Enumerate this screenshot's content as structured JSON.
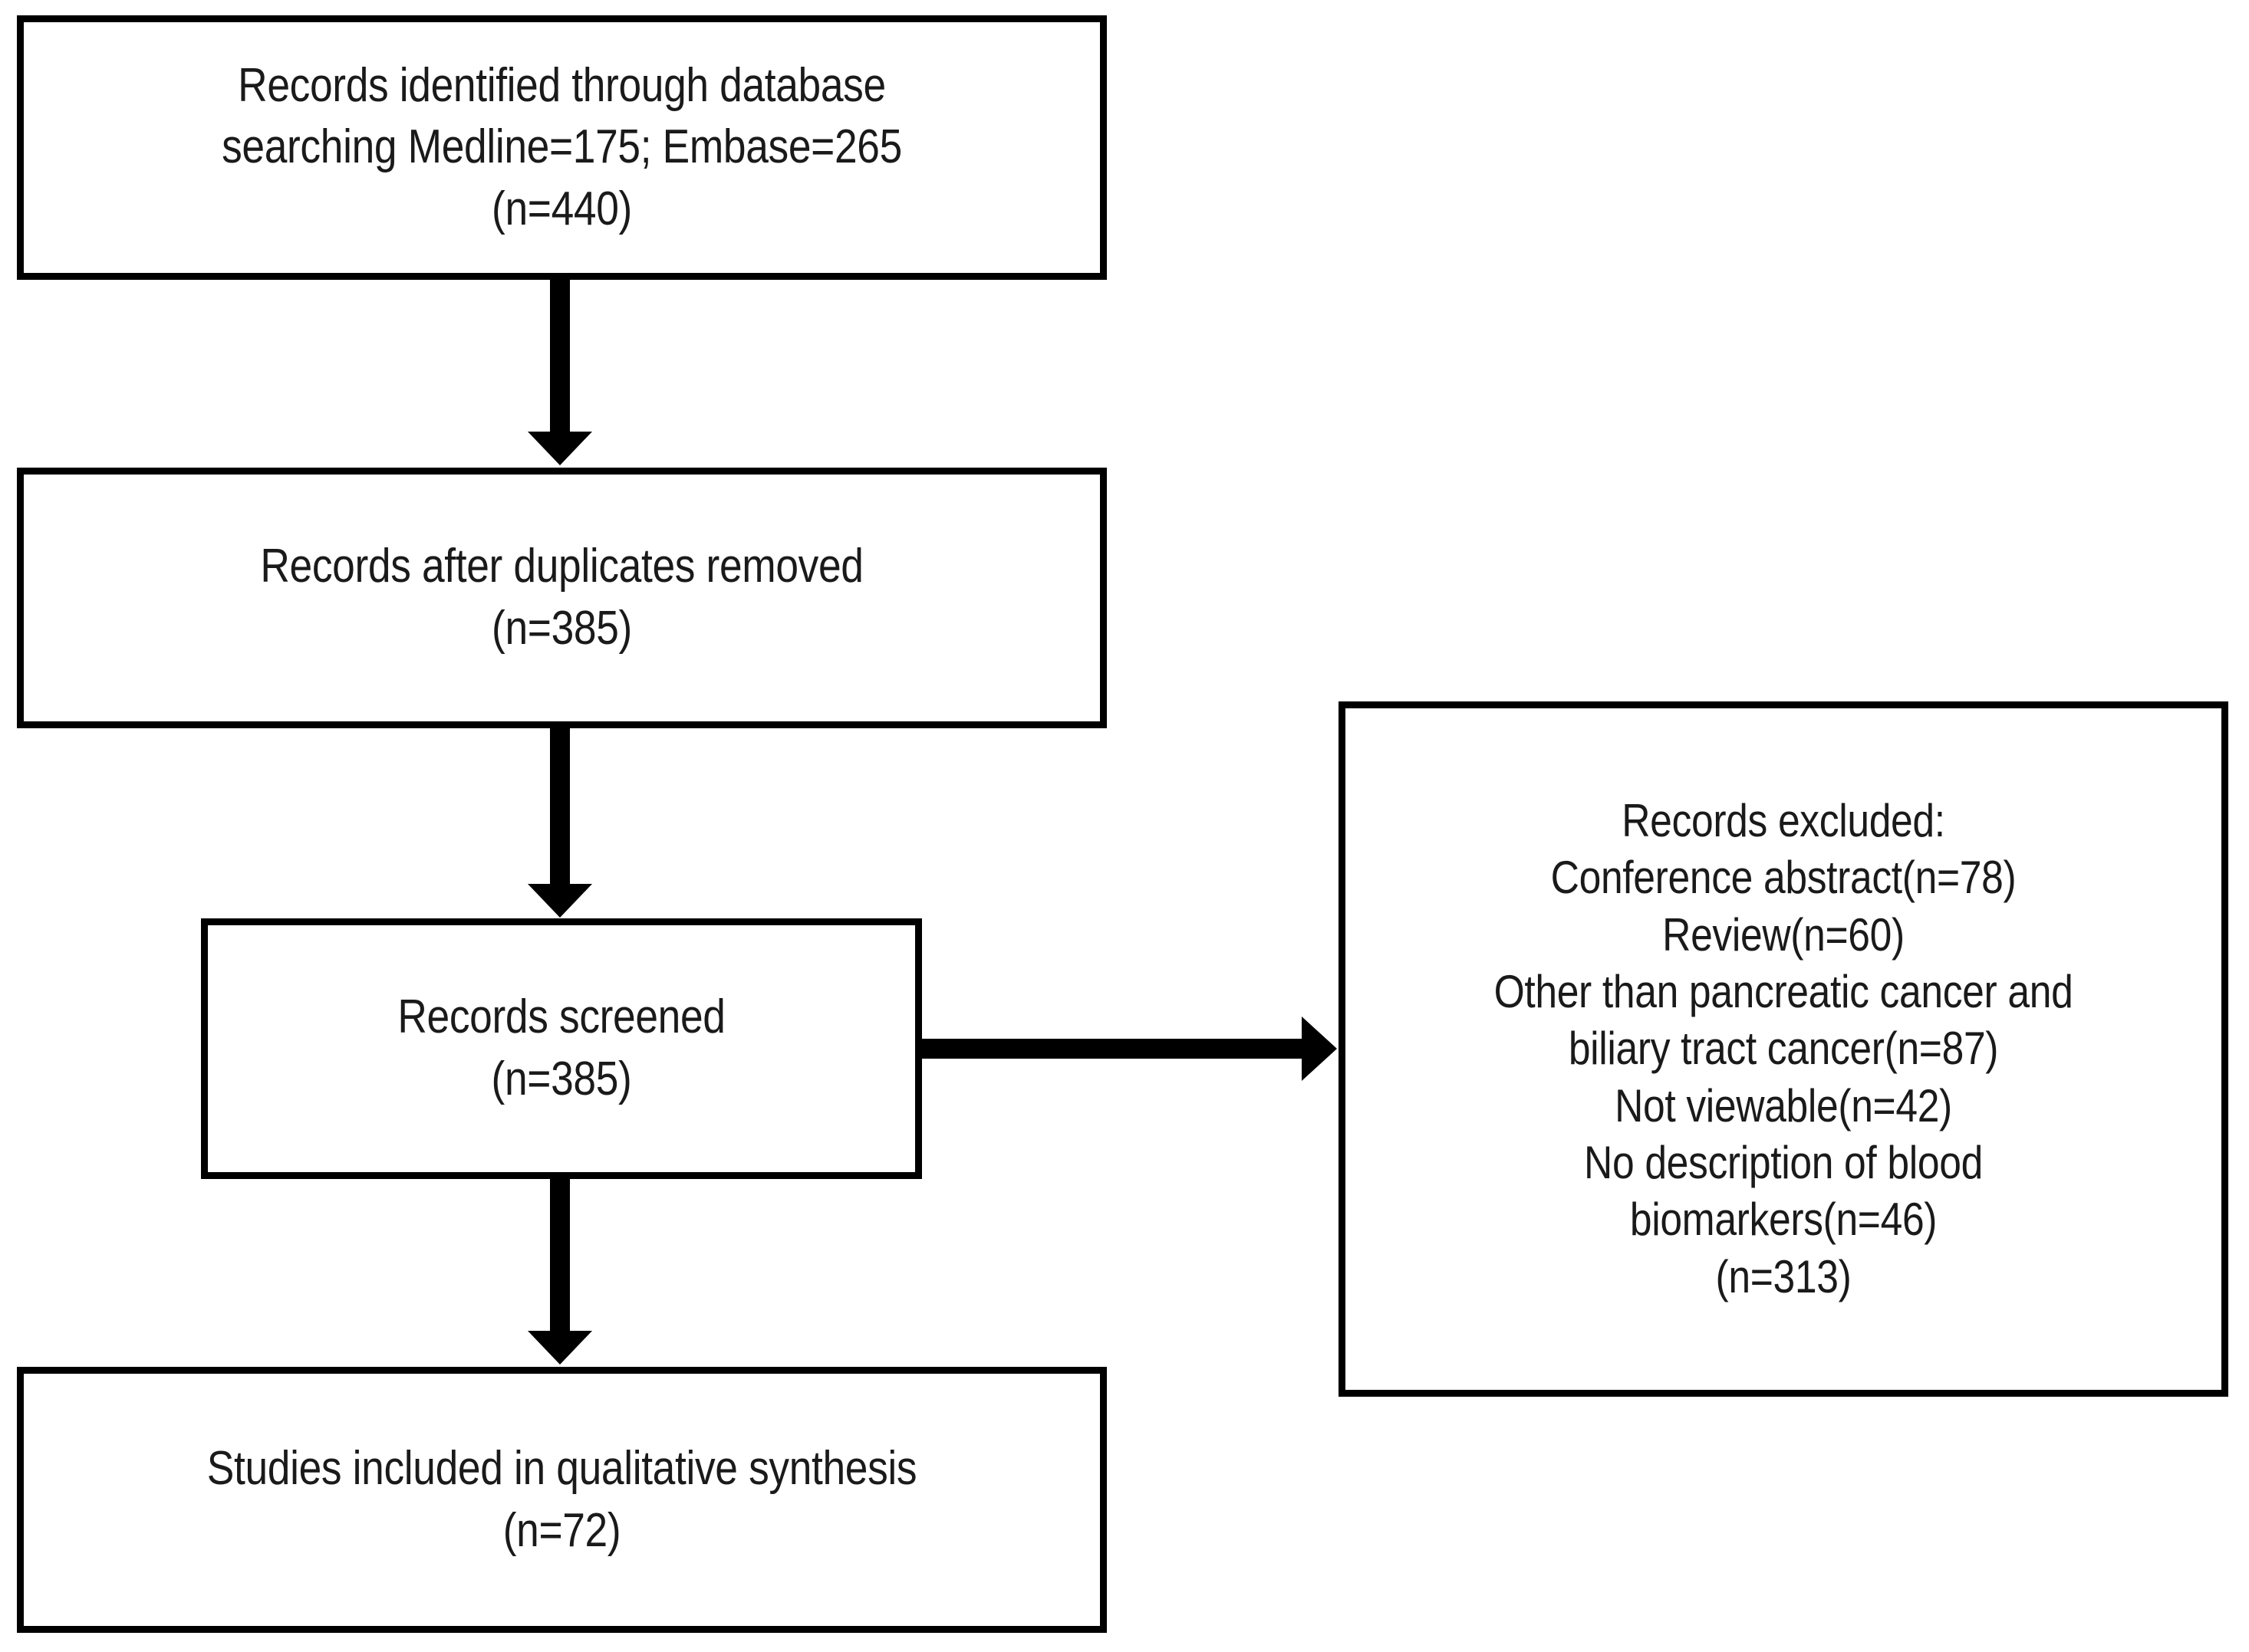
{
  "diagram": {
    "type": "prisma-flow-diagram",
    "title": "PRISMA study selection flow diagram",
    "colors": {
      "box_border": "#000000",
      "box_fill": "#ffffff",
      "text": "#1a1a1a",
      "arrow": "#000000"
    },
    "nodes": [
      {
        "id": "identified",
        "label": "Records identified through database searching Medline=175; Embase=265 (n=440)",
        "lines": [
          "Records identified through database",
          "searching Medline=175; Embase=265",
          "(n=440)"
        ],
        "text": "Records identified through database\nsearching Medline=175; Embase=265\n(n=440)",
        "counts": {
          "medline": 175,
          "embase": 265,
          "n": 440
        }
      },
      {
        "id": "duplicates",
        "label": "Records after duplicates removed (n=385)",
        "lines": [
          "Records after duplicates removed",
          "(n=385)"
        ],
        "text": "Records after duplicates removed\n(n=385)",
        "counts": {
          "n": 385
        }
      },
      {
        "id": "screened",
        "label": "Records screened (n=385)",
        "lines": [
          "Records screened",
          "(n=385)"
        ],
        "text": "Records screened\n(n=385)",
        "counts": {
          "n": 385
        }
      },
      {
        "id": "excluded",
        "label": "Records excluded",
        "lines": [
          "Records excluded:",
          "Conference abstract(n=78)",
          "Review(n=60)",
          "Other than pancreatic cancer and",
          "biliary tract cancer(n=87)",
          "Not viewable(n=42)",
          "No description of blood",
          "biomarkers(n=46)",
          "(n=313)"
        ],
        "text": "Records excluded:\nConference abstract(n=78)\nReview(n=60)\nOther than pancreatic cancer and\nbiliary tract cancer(n=87)\nNot viewable(n=42)\nNo description of blood\nbiomarkers(n=46)\n(n=313)",
        "reasons": [
          {
            "reason": "Conference abstract",
            "n": 78
          },
          {
            "reason": "Review",
            "n": 60
          },
          {
            "reason": "Other than pancreatic cancer and biliary tract cancer",
            "n": 87
          },
          {
            "reason": "Not viewable",
            "n": 42
          },
          {
            "reason": "No description of blood biomarkers",
            "n": 46
          }
        ],
        "counts": {
          "n": 313
        }
      },
      {
        "id": "included",
        "label": "Studies included in qualitative synthesis (n=72)",
        "lines": [
          "Studies included in qualitative synthesis",
          "(n=72)"
        ],
        "text": "Studies included in qualitative synthesis\n(n=72)",
        "counts": {
          "n": 72
        }
      }
    ],
    "edges": [
      {
        "id": "edge-1",
        "from": "identified",
        "to": "duplicates",
        "direction": "down"
      },
      {
        "id": "edge-2",
        "from": "duplicates",
        "to": "screened",
        "direction": "down"
      },
      {
        "id": "edge-3",
        "from": "screened",
        "to": "included",
        "direction": "down"
      },
      {
        "id": "edge-4",
        "from": "screened",
        "to": "excluded",
        "direction": "right"
      }
    ]
  }
}
